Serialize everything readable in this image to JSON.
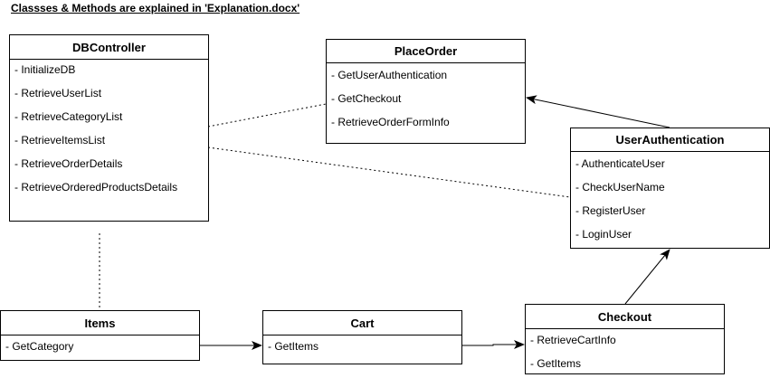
{
  "note": "Classses & Methods are explained in 'Explanation.docx'",
  "classes": {
    "dbcontroller": {
      "name": "DBController",
      "methods": [
        "- InitializeDB",
        "- RetrieveUserList",
        "- RetrieveCategoryList",
        "- RetrieveItemsList",
        "- RetrieveOrderDetails",
        "- RetrieveOrderedProductsDetails"
      ]
    },
    "placeorder": {
      "name": "PlaceOrder",
      "methods": [
        "- GetUserAuthentication",
        "- GetCheckout",
        "- RetrieveOrderFormInfo"
      ]
    },
    "userauth": {
      "name": "UserAuthentication",
      "methods": [
        "- AuthenticateUser",
        "- CheckUserName",
        "- RegisterUser",
        "- LoginUser"
      ]
    },
    "items": {
      "name": "Items",
      "methods": [
        "- GetCategory"
      ]
    },
    "cart": {
      "name": "Cart",
      "methods": [
        "- GetItems"
      ]
    },
    "checkout": {
      "name": "Checkout",
      "methods": [
        "- RetrieveCartInfo",
        "- GetItems"
      ]
    }
  }
}
